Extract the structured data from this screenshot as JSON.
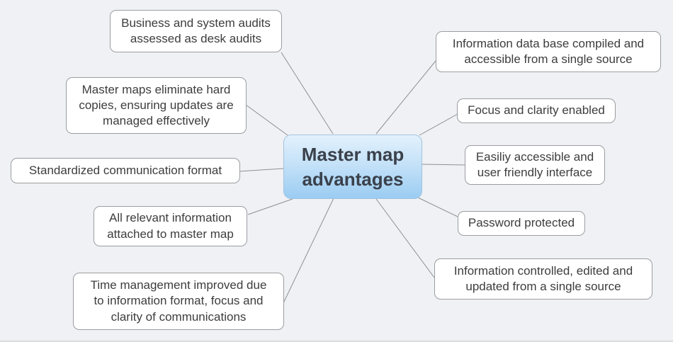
{
  "title": "Master map advantages mind map",
  "colors": {
    "background": "#eff1f5",
    "node_border": "#9b9da1",
    "node_fill": "#ffffff",
    "node_text": "#3d3d3d",
    "connector": "#8f9094",
    "center_gradient_top": "#e2f1fc",
    "center_gradient_mid": "#c3e1f8",
    "center_gradient_bottom": "#9bccf2",
    "center_border": "#a2c4de",
    "center_text": "#3a414b"
  },
  "center": {
    "text": "Master map\nadvantages"
  },
  "nodes": [
    {
      "id": "business-audits",
      "text": "Business and system audits\nassessed as desk audits"
    },
    {
      "id": "eliminate-hard-copies",
      "text": "Master maps eliminate hard\ncopies, ensuring updates are\nmanaged effectively"
    },
    {
      "id": "standardized-format",
      "text": "Standardized communication format"
    },
    {
      "id": "relevant-information",
      "text": "All relevant information\nattached to master map"
    },
    {
      "id": "time-management",
      "text": "Time management improved due\nto information format, focus and\nclarity of communications"
    },
    {
      "id": "information-database",
      "text": "Information data base compiled and\naccessible from a single source"
    },
    {
      "id": "focus-clarity",
      "text": "Focus and clarity enabled"
    },
    {
      "id": "easily-accessible",
      "text": "Easiliy accessible and\nuser friendly interface"
    },
    {
      "id": "password-protected",
      "text": "Password protected"
    },
    {
      "id": "information-controlled",
      "text": "Information controlled, edited and\nupdated from a single source"
    }
  ]
}
